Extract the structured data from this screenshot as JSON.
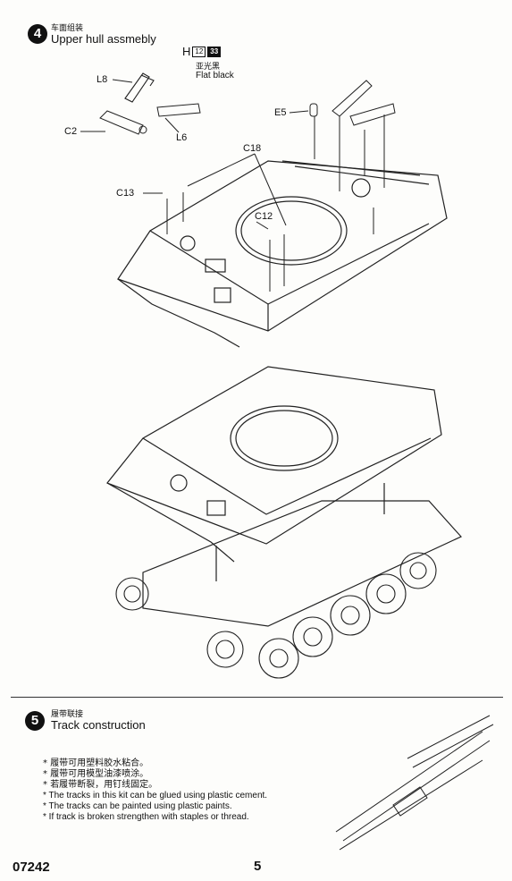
{
  "step4": {
    "number": "4",
    "title_cn": "车面组装",
    "title_en": "Upper hull assmebly",
    "paint": {
      "letter": "H",
      "code1": "12",
      "code2": "33",
      "name_cn": "亚光黑",
      "name_en": "Flat black"
    },
    "part_labels": {
      "l8": "L8",
      "c2": "C2",
      "l6": "L6",
      "e5": "E5",
      "c18": "C18",
      "c13": "C13",
      "c12": "C12"
    }
  },
  "step5": {
    "number": "5",
    "title_cn": "履带联接",
    "title_en": "Track construction",
    "notes": [
      "履带可用塑料胶水粘合。",
      "履带可用模型油漆喷涂。",
      "若履带断裂，用钉线固定。",
      "The tracks in this kit can be glued using plastic cement.",
      "The tracks can be painted using plastic paints.",
      "If track is broken strengthen with staples or thread."
    ]
  },
  "footer": {
    "kit_number": "07242",
    "page_number": "5"
  }
}
